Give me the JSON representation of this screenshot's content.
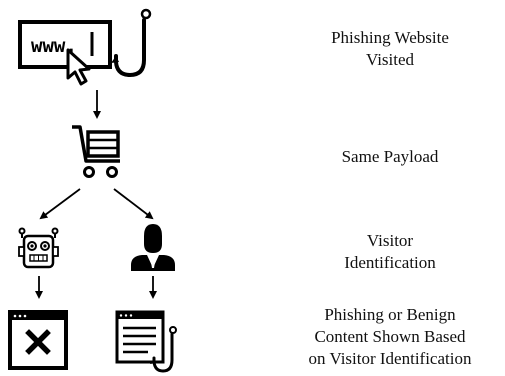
{
  "diagram": {
    "icons": {
      "browser_url_text": "www.",
      "steps": [
        "phishing-website-icon",
        "shopping-cart-icon",
        "robot-icon",
        "person-icon",
        "blocked-page-icon",
        "content-page-hook-icon"
      ]
    },
    "labels": {
      "step1": [
        "Phishing Website",
        "Visited"
      ],
      "step2": [
        "Same Payload"
      ],
      "step3": [
        "Visitor",
        "Identification"
      ],
      "step4": [
        "Phishing or Benign",
        "Content Shown Based",
        "on Visitor Identification"
      ]
    }
  }
}
